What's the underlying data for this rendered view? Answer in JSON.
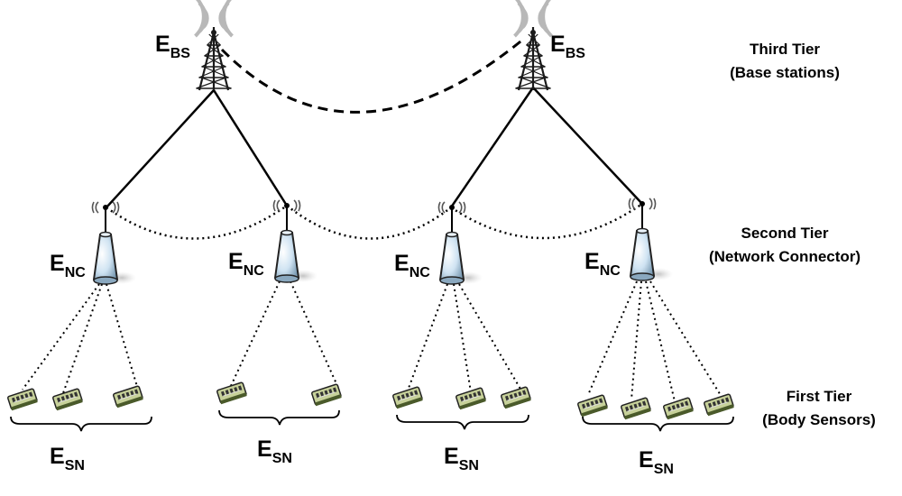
{
  "tiers": {
    "third_title": "Third Tier",
    "third_sub": "(Base stations)",
    "second_title": "Second Tier",
    "second_sub": "(Network Connector)",
    "first_title": "First Tier",
    "first_sub": "(Body Sensors)"
  },
  "labels": {
    "bs_main": "E",
    "bs_sub": "BS",
    "nc_main": "E",
    "nc_sub": "NC",
    "sn_main": "E",
    "sn_sub": "SN"
  },
  "colors": {
    "line": "#000000",
    "tower": "#1a1a1a",
    "signal": "#b8b8b8",
    "connector_fill": "#cfe3f2",
    "sensor_fill": "#c7d19a",
    "sensor_dark": "#4a5a2a"
  },
  "icons": {
    "base_station": "antenna-tower-icon",
    "network_connector": "wireless-hub-icon",
    "sensor": "body-sensor-icon"
  }
}
